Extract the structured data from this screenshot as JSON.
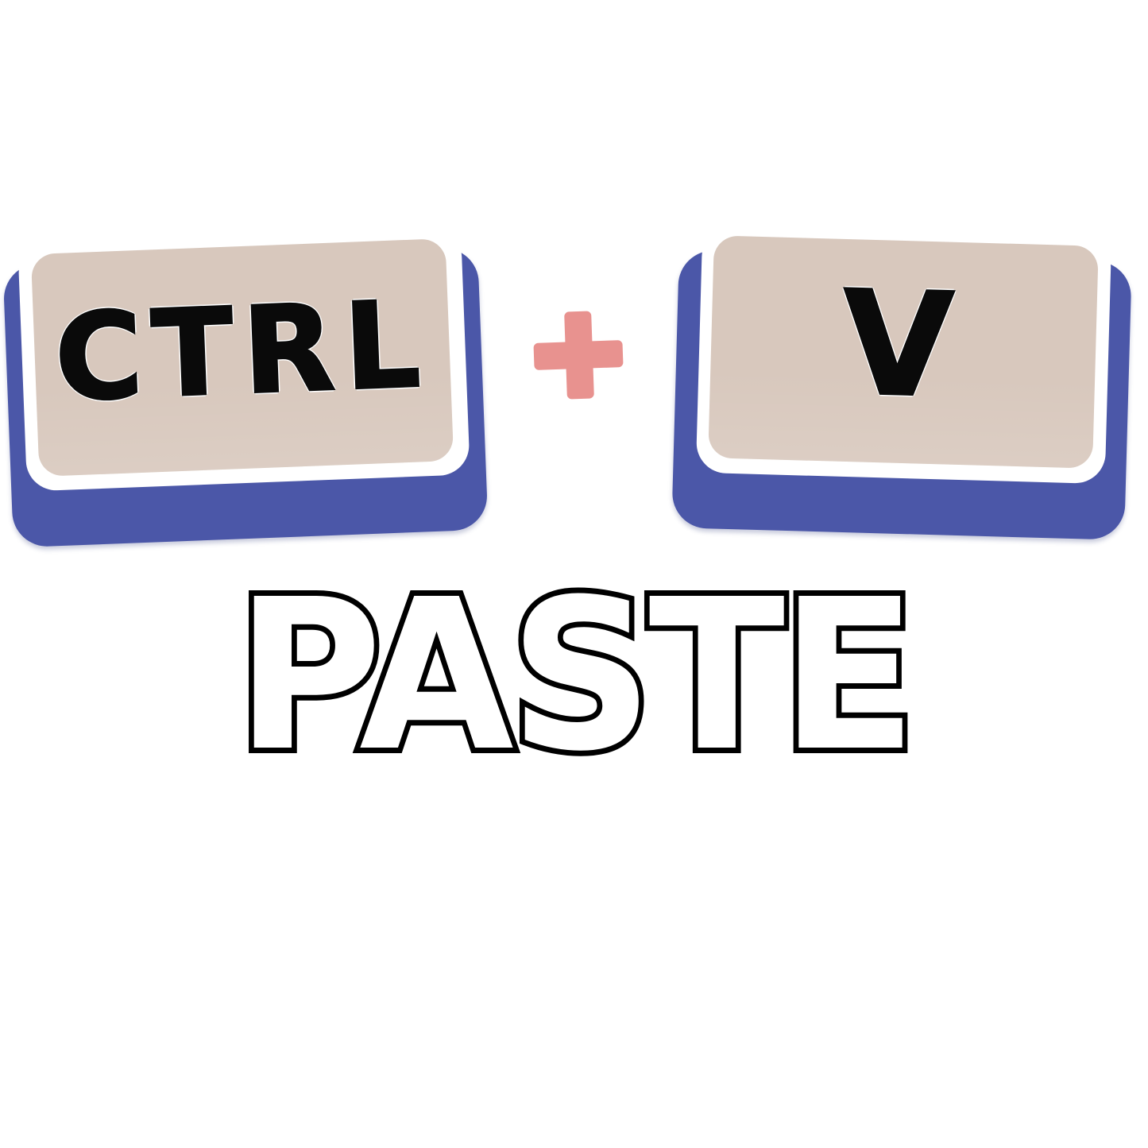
{
  "shortcut": {
    "keys": [
      {
        "label": "CTRL"
      },
      {
        "label": "V"
      }
    ],
    "plus_symbol": "+",
    "caption": "PASTE"
  },
  "colors": {
    "background": "#ffffff",
    "key_base": "#4b57a8",
    "key_cap": "#d8c8bd",
    "key_rim": "#ffffff",
    "plus": "#e8928f",
    "text": "#0a0a0a"
  }
}
